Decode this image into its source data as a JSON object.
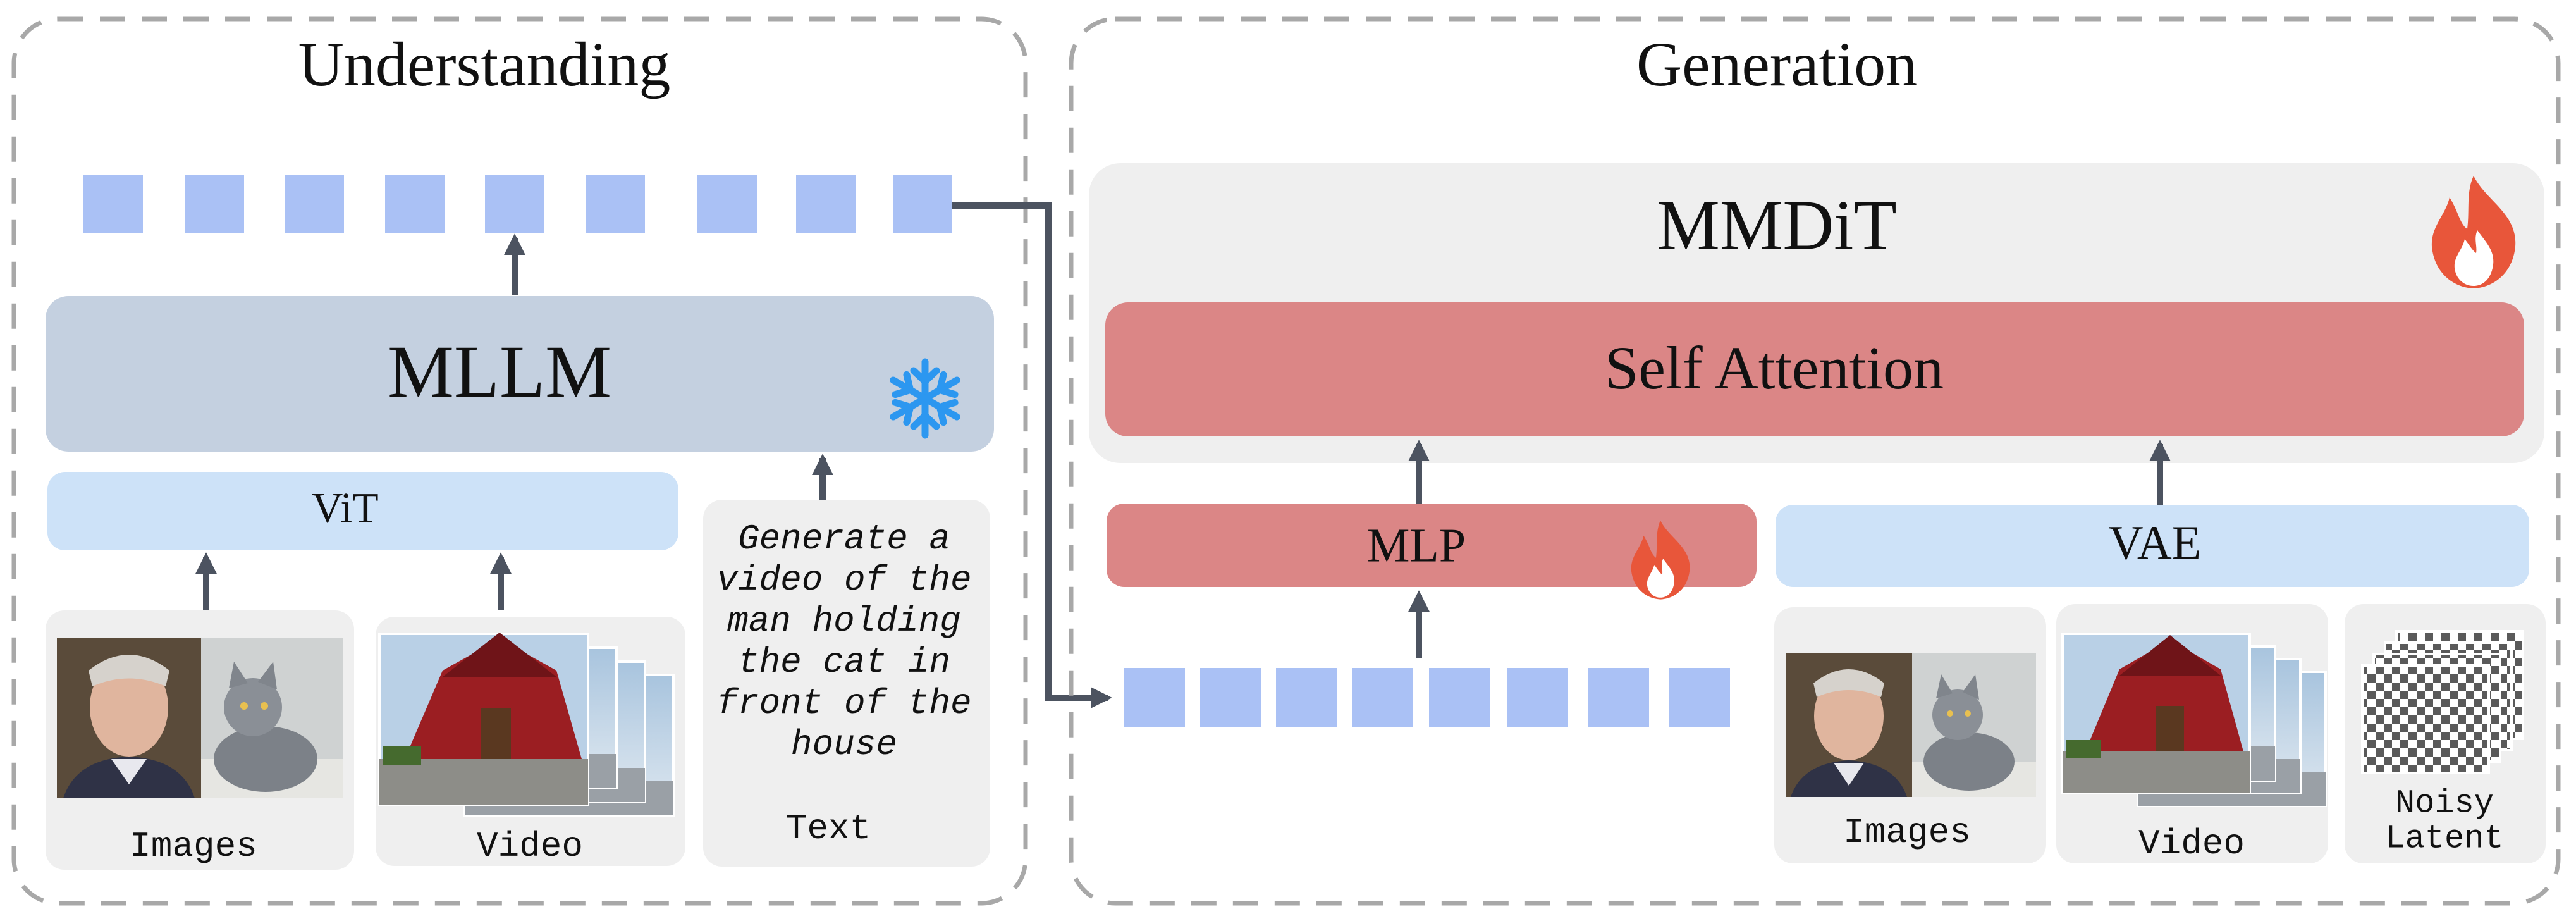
{
  "understanding": {
    "title": "Understanding",
    "mllm_label": "MLLM",
    "vit_label": "ViT",
    "text_prompt_lines": [
      "Generate a",
      "video of the",
      "man holding",
      "the cat in",
      "front of the",
      "house"
    ],
    "inputs": {
      "images_label": "Images",
      "video_label": "Video",
      "text_label": "Text"
    },
    "mllm_icon": "snowflake-icon"
  },
  "generation": {
    "title": "Generation",
    "mmdit_label": "MMDiT",
    "self_attention_label": "Self Attention",
    "mlp_label": "MLP",
    "vae_label": "VAE",
    "inputs": {
      "images_label": "Images",
      "video_label": "Video",
      "noisy_line1": "Noisy",
      "noisy_line2": "Latent"
    },
    "mmdit_icon": "flame-icon",
    "mlp_icon": "flame-icon"
  },
  "colors": {
    "token_blue": "#aac1f5",
    "mllm_fill": "#c4d0e0",
    "vit_fill": "#cde2f8",
    "input_panel": "#efefef",
    "mmdit_fill": "#efefef",
    "attention_fill": "#db8686",
    "flame": "#e8563a",
    "snowflake": "#2c97f0",
    "arrow": "#4c5360",
    "dashed_border": "#a8a8a8"
  }
}
